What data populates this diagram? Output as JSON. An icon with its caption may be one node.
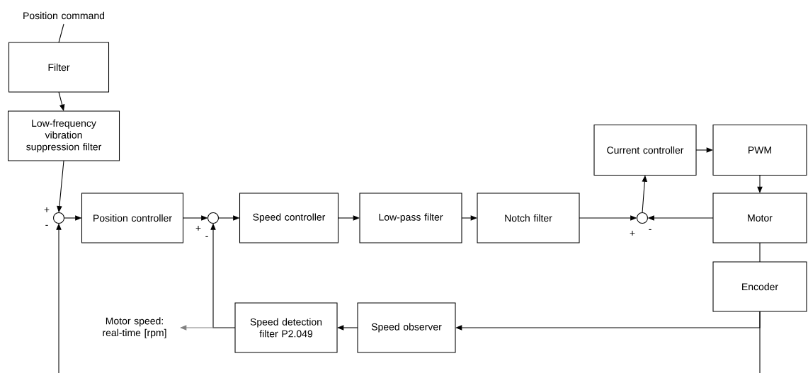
{
  "diagram": {
    "nodes": [
      {
        "text": [
          "Position command"
        ]
      },
      {
        "text": [
          "Filter"
        ]
      },
      {
        "text": [
          "Low-frequency vibration suppression filter"
        ]
      },
      {
        "text": [],
        "shape": "circle"
      },
      {
        "text": [
          "Position controller"
        ]
      },
      {
        "text": [],
        "shape": "circle"
      },
      {
        "text": [
          "Speed controller"
        ]
      },
      {
        "text": [
          "Low-pass filter"
        ]
      },
      {
        "text": [
          "Notch filter"
        ]
      },
      {
        "text": [],
        "shape": "circle"
      },
      {
        "text": [
          "Current controller"
        ]
      },
      {
        "text": [
          "PWM"
        ]
      },
      {
        "text": [
          "Motor"
        ]
      },
      {
        "text": [
          "Encoder"
        ]
      },
      {
        "text": [
          "Speed observer"
        ]
      },
      {
        "text": [
          "Speed detection filter P2.049"
        ]
      },
      {
        "text": [
          "Motor speed: real-time [rpm]"
        ]
      }
    ],
    "edges": [
      {
        "from": 0,
        "to": 1,
        "arrow": "none"
      },
      {
        "from": 1,
        "to": 2,
        "arrow": "to"
      },
      {
        "from": 2,
        "to": 3,
        "arrow": "to"
      },
      {
        "from": 3,
        "to": 4,
        "arrow": "to"
      },
      {
        "from": 4,
        "to": 5,
        "arrow": "to"
      },
      {
        "from": 5,
        "to": 6,
        "arrow": "to"
      },
      {
        "from": 6,
        "to": 7,
        "arrow": "to"
      },
      {
        "from": 7,
        "to": 8,
        "arrow": "to"
      },
      {
        "from": 8,
        "to": 9,
        "arrow": "to"
      },
      {
        "from": 9,
        "to": 10,
        "arrow": "to"
      },
      {
        "from": 10,
        "to": 11,
        "arrow": "to"
      },
      {
        "from": 11,
        "to": 12,
        "arrow": "to"
      },
      {
        "from": 12,
        "to": 9,
        "arrow": "to"
      },
      {
        "from": 12,
        "to": 13,
        "arrow": "none"
      },
      {
        "from": 13,
        "to": 14,
        "arrow": "to"
      },
      {
        "from": 14,
        "to": 15,
        "arrow": "to"
      },
      {
        "from": 15,
        "to": 5,
        "arrow": "to"
      },
      {
        "from": 15,
        "to": 16,
        "arrow": "to",
        "color": "#808080"
      },
      {
        "from": null,
        "to": 3,
        "arrow": "to"
      },
      {
        "from": 13,
        "to": null,
        "arrow": "none"
      }
    ],
    "labels": [
      "+",
      "-",
      "+",
      "-",
      "+",
      "-"
    ]
  }
}
